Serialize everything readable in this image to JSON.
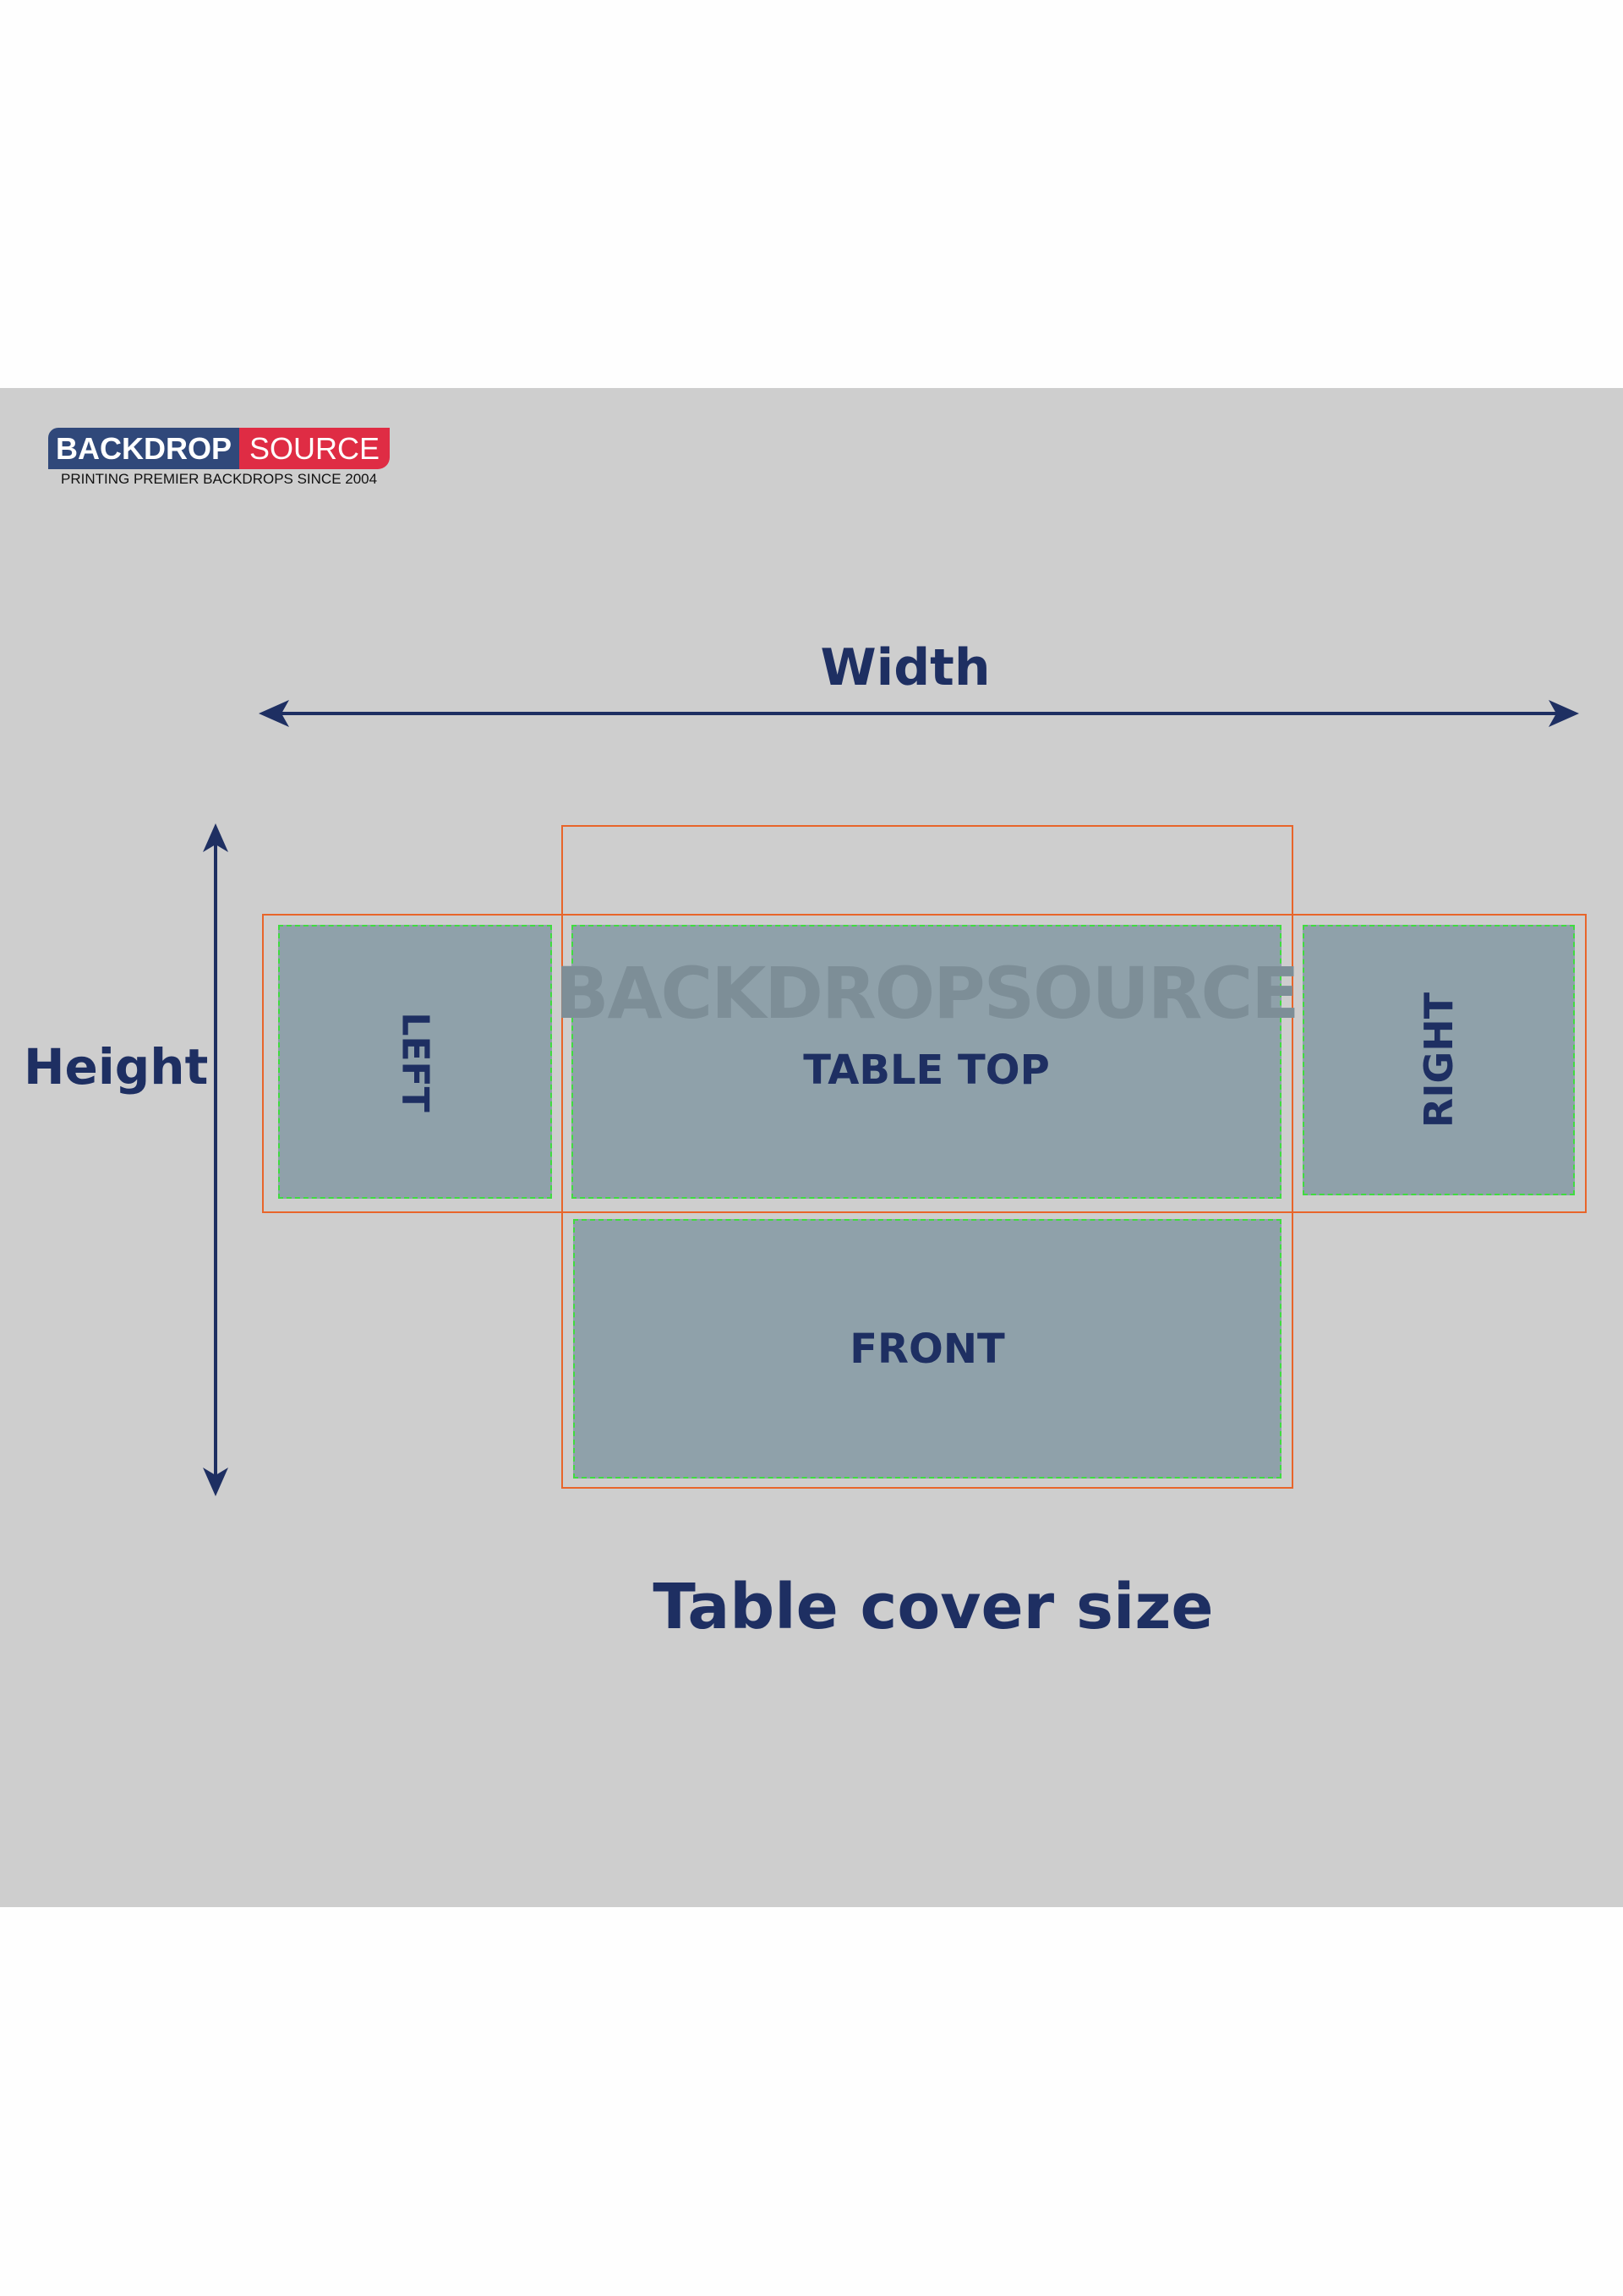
{
  "logo": {
    "left": "BACKDROP",
    "right": "SOURCE",
    "tagline": "PRINTING PREMIER BACKDROPS SINCE 2004",
    "colors": {
      "blue": "#30487a",
      "red": "#df2c44"
    }
  },
  "dimensions": {
    "width_label": "Width",
    "height_label": "Height"
  },
  "panels": {
    "left": "LEFT",
    "table_top": "TABLE TOP",
    "right": "RIGHT",
    "front": "FRONT"
  },
  "watermark": "BACKDROPSOURCE",
  "title": "Table cover size",
  "colors": {
    "text": "#1e2f62",
    "panel": "#8fa1aa",
    "cut_line": "#e8652a",
    "safe_line": "#3fdc3f",
    "background": "#cecece"
  }
}
